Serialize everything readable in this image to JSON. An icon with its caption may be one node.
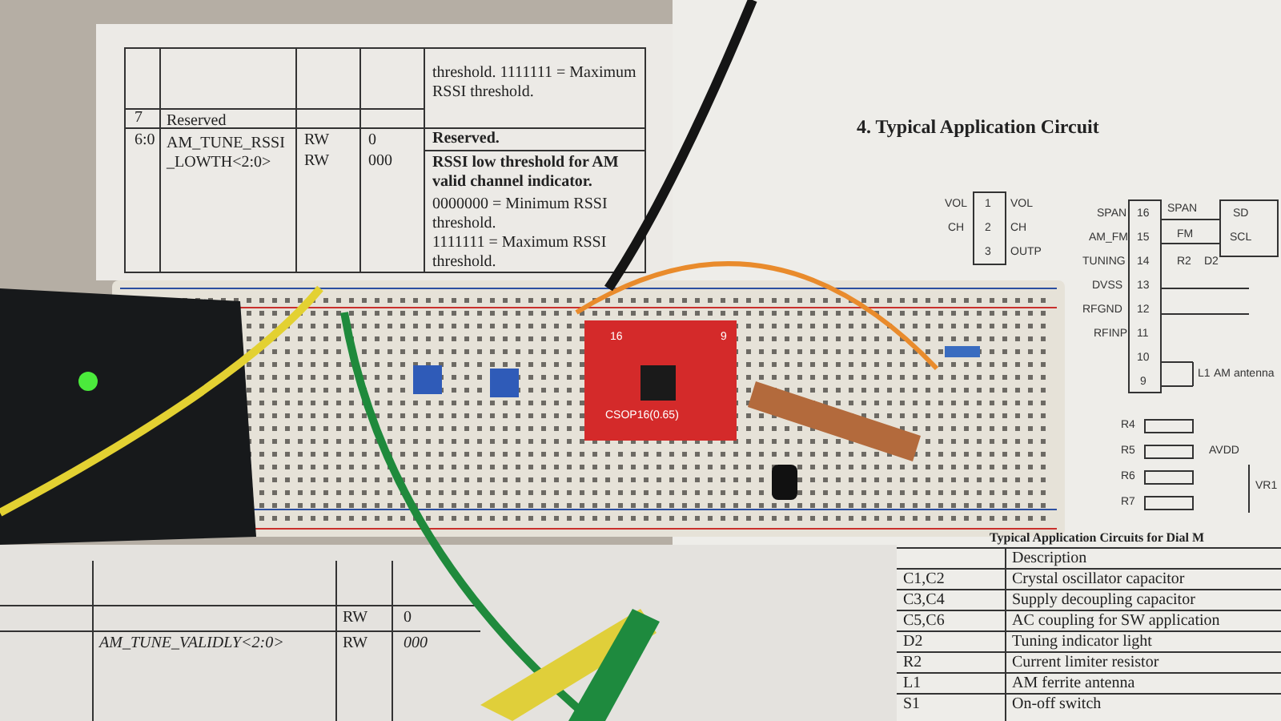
{
  "diagram": {
    "labels": [
      "7",
      "Reserved",
      "6:0",
      "AM_TUNE_RSSI_LOWTH<2:0>",
      "RW",
      "RW",
      "0",
      "000",
      "threshold. 1111111 = Maximum RSSI threshold.",
      "Reserved.",
      "RSSI low threshold for AM valid channel indicator.",
      "0000000 = Minimum RSSI threshold.",
      "1111111 = Maximum RSSI threshold.",
      "4. Typical Application Circuit",
      "VOL",
      "1",
      "VOL",
      "CH",
      "2",
      "CH",
      "3",
      "OUTP",
      "SPAN",
      "16",
      "SPAN",
      "AM_FM",
      "15",
      "FM",
      "TUNING",
      "14",
      "DVSS",
      "13",
      "RFGND",
      "12",
      "RFINP",
      "11",
      "10",
      "9",
      "R2",
      "D2",
      "SD",
      "SCL",
      "L1",
      "AM antenna",
      "R4",
      "R5",
      "R6",
      "R7",
      "AVDD",
      "VR1",
      "Typical Application Circuits for Dial M",
      "Description",
      "C1,C2",
      "Crystal oscillator capacitor",
      "C3,C4",
      "Supply decoupling capacitor",
      "C5,C6",
      "AC coupling for SW application",
      "D2",
      "Tuning indicator light",
      "R2",
      "Current limiter resistor",
      "L1",
      "AM ferrite antenna",
      "S1",
      "On-off switch",
      "RW",
      "0",
      "AM_TUNE_VALIDLY<2:0>",
      "RW",
      "000",
      "16",
      "9",
      "CSOP16(0.65)"
    ]
  }
}
